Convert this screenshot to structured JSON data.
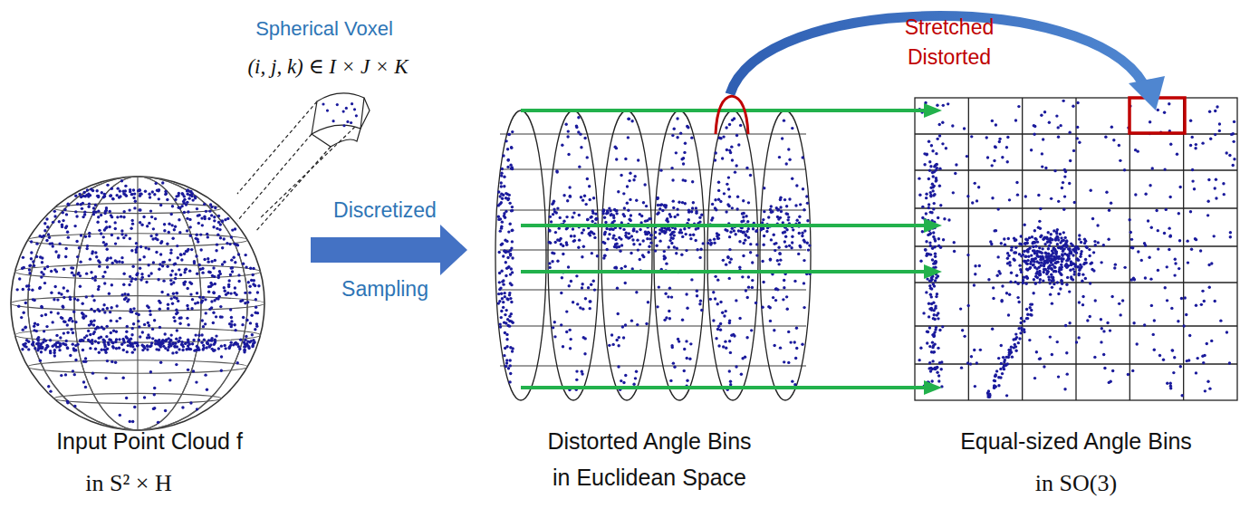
{
  "diagram": {
    "labels": [
      "Spherical Voxel",
      "(i, j, k) ∈ I × J × K",
      "Discretized",
      "Sampling",
      "Stretched",
      "Distorted",
      "Input Point Cloud f",
      "in S² × H",
      "Distorted Angle Bins",
      "in Euclidean Space",
      "Equal-sized Angle Bins",
      "in SO(3)"
    ]
  }
}
